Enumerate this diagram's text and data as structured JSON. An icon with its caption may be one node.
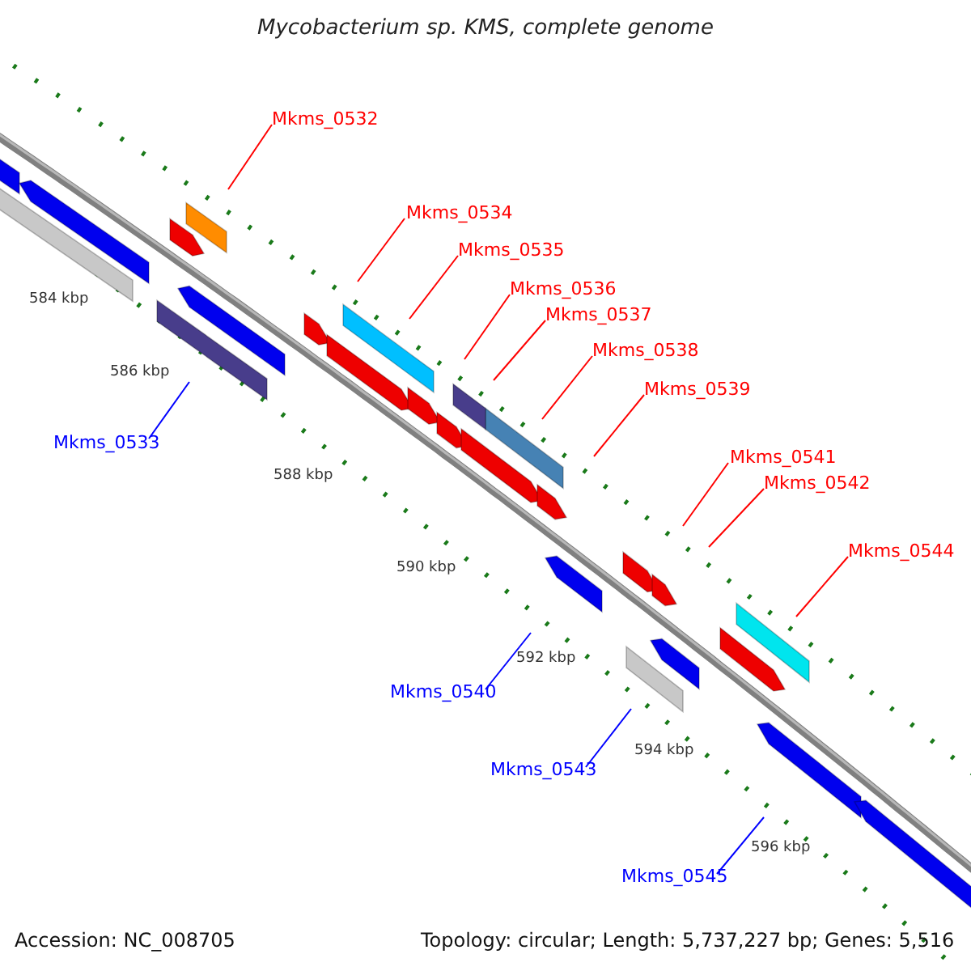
{
  "diagram": {
    "title": "Mycobacterium sp. KMS, complete genome",
    "nodes": [
      {
        "text": [
          "Mkms_0532"
        ]
      },
      {
        "text": [
          "Mkms_0534"
        ]
      },
      {
        "text": [
          "Mkms_0535"
        ]
      },
      {
        "text": [
          "Mkms_0536"
        ]
      },
      {
        "text": [
          "Mkms_0537"
        ]
      },
      {
        "text": [
          "Mkms_0538"
        ]
      },
      {
        "text": [
          "Mkms_0539"
        ]
      },
      {
        "text": [
          "Mkms_0533"
        ]
      },
      {
        "text": [
          "Mkms_0541"
        ]
      },
      {
        "text": [
          "Mkms_0542"
        ]
      },
      {
        "text": [
          "Mkms_0544"
        ]
      },
      {
        "text": [
          "Mkms_0540"
        ]
      },
      {
        "text": [
          "Mkms_0543"
        ]
      },
      {
        "text": [
          "Mkms_0545"
        ]
      }
    ],
    "edges": [
      {
        "from": 0,
        "to": null,
        "arrow": "none"
      },
      {
        "from": 1,
        "to": null,
        "arrow": "none"
      },
      {
        "from": 2,
        "to": null,
        "arrow": "none"
      },
      {
        "from": 3,
        "to": null,
        "arrow": "none"
      },
      {
        "from": 4,
        "to": null,
        "arrow": "none"
      },
      {
        "from": 5,
        "to": null,
        "arrow": "none"
      },
      {
        "from": 6,
        "to": null,
        "arrow": "none"
      },
      {
        "from": 7,
        "to": null,
        "arrow": "none",
        "color": "#0000ff"
      },
      {
        "from": 8,
        "to": null,
        "arrow": "none"
      },
      {
        "from": 9,
        "to": null,
        "arrow": "none"
      },
      {
        "from": 10,
        "to": null,
        "arrow": "none"
      },
      {
        "from": 11,
        "to": null,
        "arrow": "none",
        "color": "#0000ff"
      },
      {
        "from": 12,
        "to": null,
        "arrow": "none",
        "color": "#0000ff"
      },
      {
        "from": 13,
        "to": null,
        "arrow": "none",
        "color": "#0000ff"
      }
    ],
    "labels": [
      "584 kbp",
      "586 kbp",
      "588 kbp",
      "590 kbp",
      "592 kbp",
      "594 kbp",
      "596 kbp",
      "Accession: NC_008705",
      "Topology: circular; Length: 5,737,227 bp; Genes: 5,516"
    ]
  }
}
